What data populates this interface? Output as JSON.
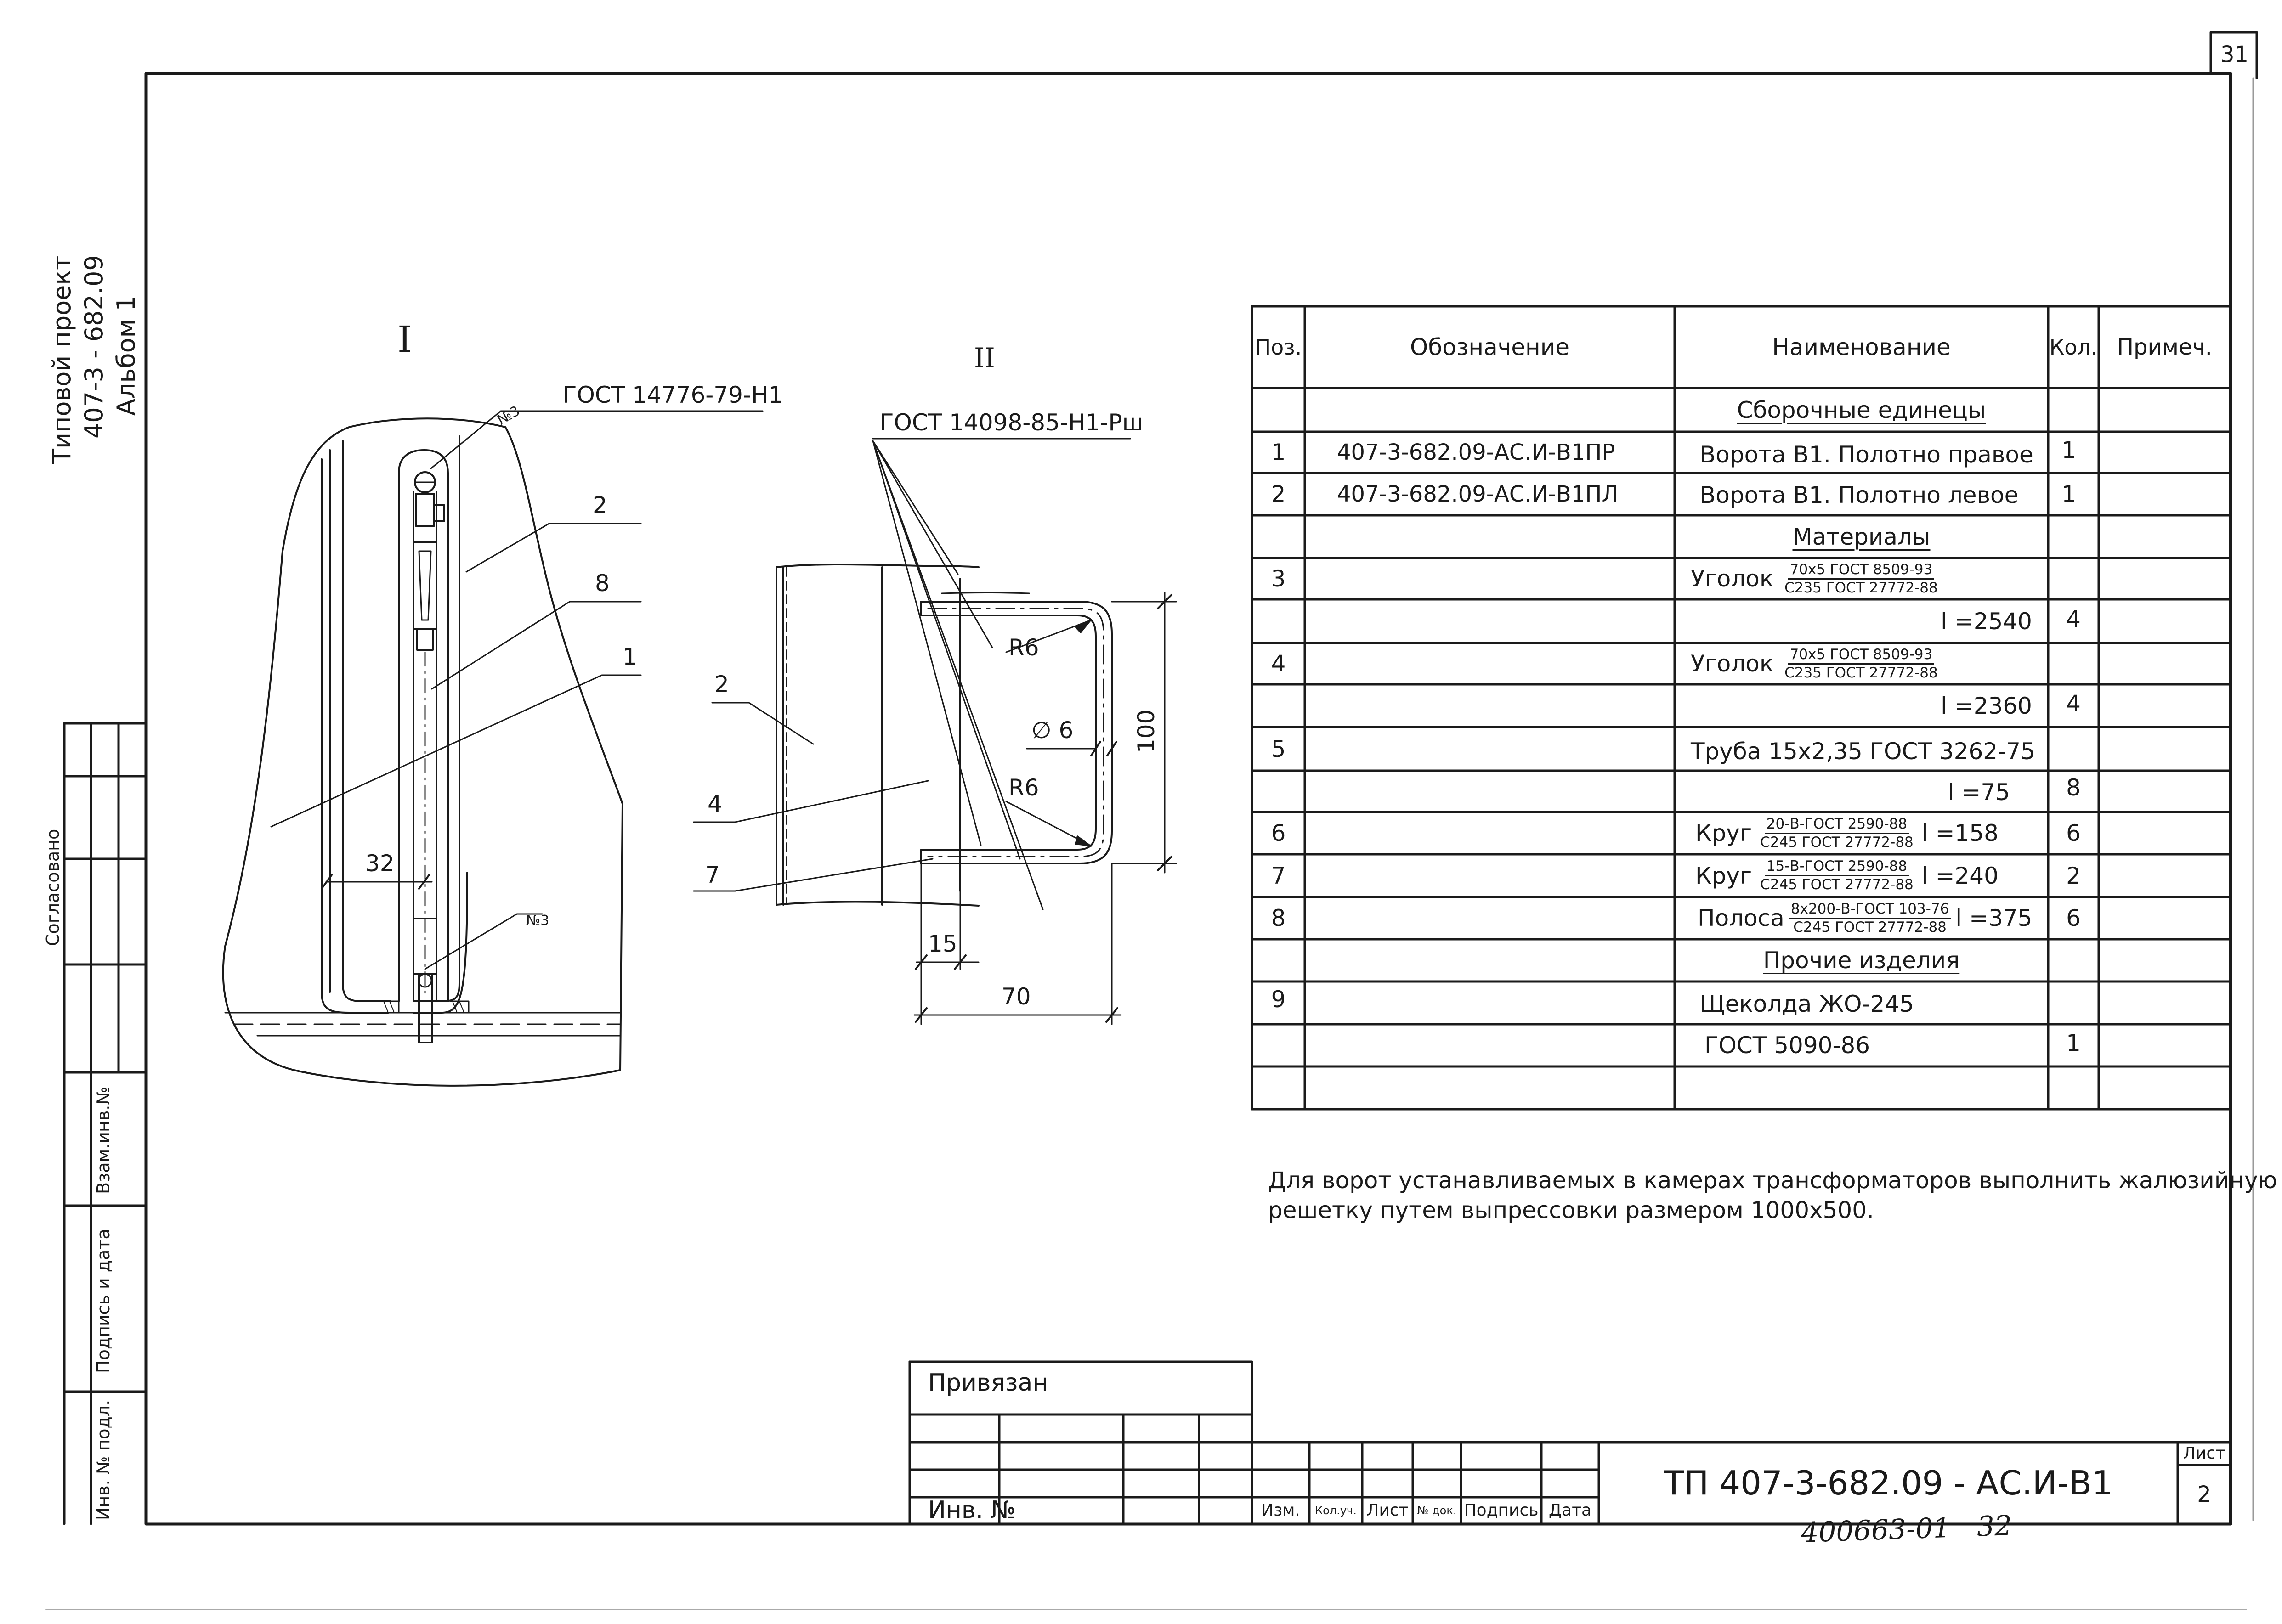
{
  "sheet": {
    "page_number": "31",
    "project_vertical": [
      "Типовой проект",
      "407-3 - 682.09",
      "Альбом 1"
    ],
    "side_stamp": {
      "agreed": "Согласовано",
      "replaced_inv": "Взам.инв.№",
      "sign_date": "Подпись и дата",
      "inv_orig": "Инв. № подл."
    }
  },
  "view1": {
    "title": "I",
    "gost_label": "ГОСТ 14776-79-Н1",
    "weld_mark_top": "№3",
    "weld_mark_bottom": "№3",
    "pos_2": "2",
    "pos_8": "8",
    "pos_1": "1",
    "dim_32": "32"
  },
  "view2": {
    "title": "II",
    "gost_label": "ГОСТ 14098-85-Н1-Рш",
    "pos_2": "2",
    "pos_4": "4",
    "pos_7": "7",
    "r_top": "R6",
    "r_bottom": "R6",
    "diam": "∅ 6",
    "dim_100": "100",
    "dim_15": "15",
    "dim_70": "70"
  },
  "spec_table": {
    "headers": {
      "pos": "Поз.",
      "designation": "Обозначение",
      "name": "Наименование",
      "qty": "Кол.",
      "note": "Примеч."
    },
    "section_assembly": "Сборочные единецы",
    "section_materials": "Материалы",
    "section_other": "Прочие изделия",
    "rows": [
      {
        "pos": "1",
        "designation": "407-3-682.09-АС.И-В1ПР",
        "name": "Ворота В1. Полотно правое",
        "qty": "1"
      },
      {
        "pos": "2",
        "designation": "407-3-682.09-АС.И-В1ПЛ",
        "name": "Ворота В1. Полотно левое",
        "qty": "1"
      }
    ],
    "materials": {
      "r3": {
        "pos": "3",
        "name": "Уголок",
        "num": "70х5 ГОСТ 8509-93",
        "den": "С235 ГОСТ 27772-88"
      },
      "r3l": {
        "len": "l =2540",
        "qty": "4"
      },
      "r4": {
        "pos": "4",
        "name": "Уголок",
        "num": "70х5 ГОСТ 8509-93",
        "den": "С235 ГОСТ 27772-88"
      },
      "r4l": {
        "len": "l =2360",
        "qty": "4"
      },
      "r5": {
        "pos": "5",
        "name": "Труба 15х2,35  ГОСТ 3262-75"
      },
      "r5l": {
        "len": "l =75",
        "qty": "8"
      },
      "r6": {
        "pos": "6",
        "name": "Круг",
        "num": "20-В-ГОСТ 2590-88",
        "den": "С245 ГОСТ 27772-88",
        "len": "l =158",
        "qty": "6"
      },
      "r7": {
        "pos": "7",
        "name": "Круг",
        "num": "15-В-ГОСТ 2590-88",
        "den": "С245 ГОСТ 27772-88",
        "len": "l =240",
        "qty": "2"
      },
      "r8": {
        "pos": "8",
        "name": "Полоса",
        "num": "8х200-В-ГОСТ 103-76",
        "den": "С245 ГОСТ 27772-88",
        "len": "l =375",
        "qty": "6"
      }
    },
    "other": {
      "r9": {
        "pos": "9",
        "name": "Щеколда ЖО-245"
      },
      "r9b": {
        "name": "ГОСТ 5090-86",
        "qty": "1"
      }
    }
  },
  "note": {
    "line1": "Для ворот устанавливаемых в камерах трансформаторов выполнить жалюзийную",
    "line2": "решетку путем выпрессовки размером 1000х500."
  },
  "title_block": {
    "privyazan": "Привязан",
    "inv_no": "Инв. №",
    "cols": [
      "Изм.",
      "Кол.уч.",
      "Лист",
      "№ док.",
      "Подпись",
      "Дата"
    ],
    "doc_code": "ТП 407-3-682.09 - АС.И-В1",
    "sheet_label": "Лист",
    "sheet_no": "2"
  },
  "handwritten": "400663-01   32"
}
